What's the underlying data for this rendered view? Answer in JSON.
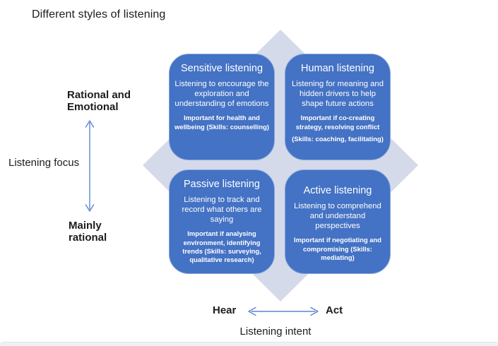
{
  "page": {
    "title": "Different styles of listening"
  },
  "colors": {
    "box_fill": "#4472c4",
    "box_border": "#87a5db",
    "box_text": "#ffffff",
    "diamond_fill": "#d4dae9",
    "arrow": "#5c86cf",
    "title_text": "#1c1c1c"
  },
  "y_axis": {
    "title": "Listening focus",
    "top_label": "Rational and Emotional",
    "bottom_label": "Mainly rational"
  },
  "x_axis": {
    "title": "Listening intent",
    "left_label": "Hear",
    "right_label": "Act"
  },
  "quadrants": [
    {
      "title": "Sensitive listening",
      "body": "Listening to encourage the exploration and understanding of emotions",
      "note": "Important for health and wellbeing (Skills: counselling)"
    },
    {
      "title": "Human listening",
      "body": "Listening for meaning and hidden drivers to help shape future actions",
      "note": "Important if co-creating strategy, resolving conflict",
      "note2": "(Skills: coaching, facilitating)"
    },
    {
      "title": "Passive listening",
      "body": "Listening to track and record what others are saying",
      "note": "Important if analysing environment, identifying trends (Skills: surveying, qualitative research)"
    },
    {
      "title": "Active listening",
      "body": "Listening to comprehend and understand perspectives",
      "note": "Important if negotiating and compromising  (Skills: mediating)"
    }
  ]
}
